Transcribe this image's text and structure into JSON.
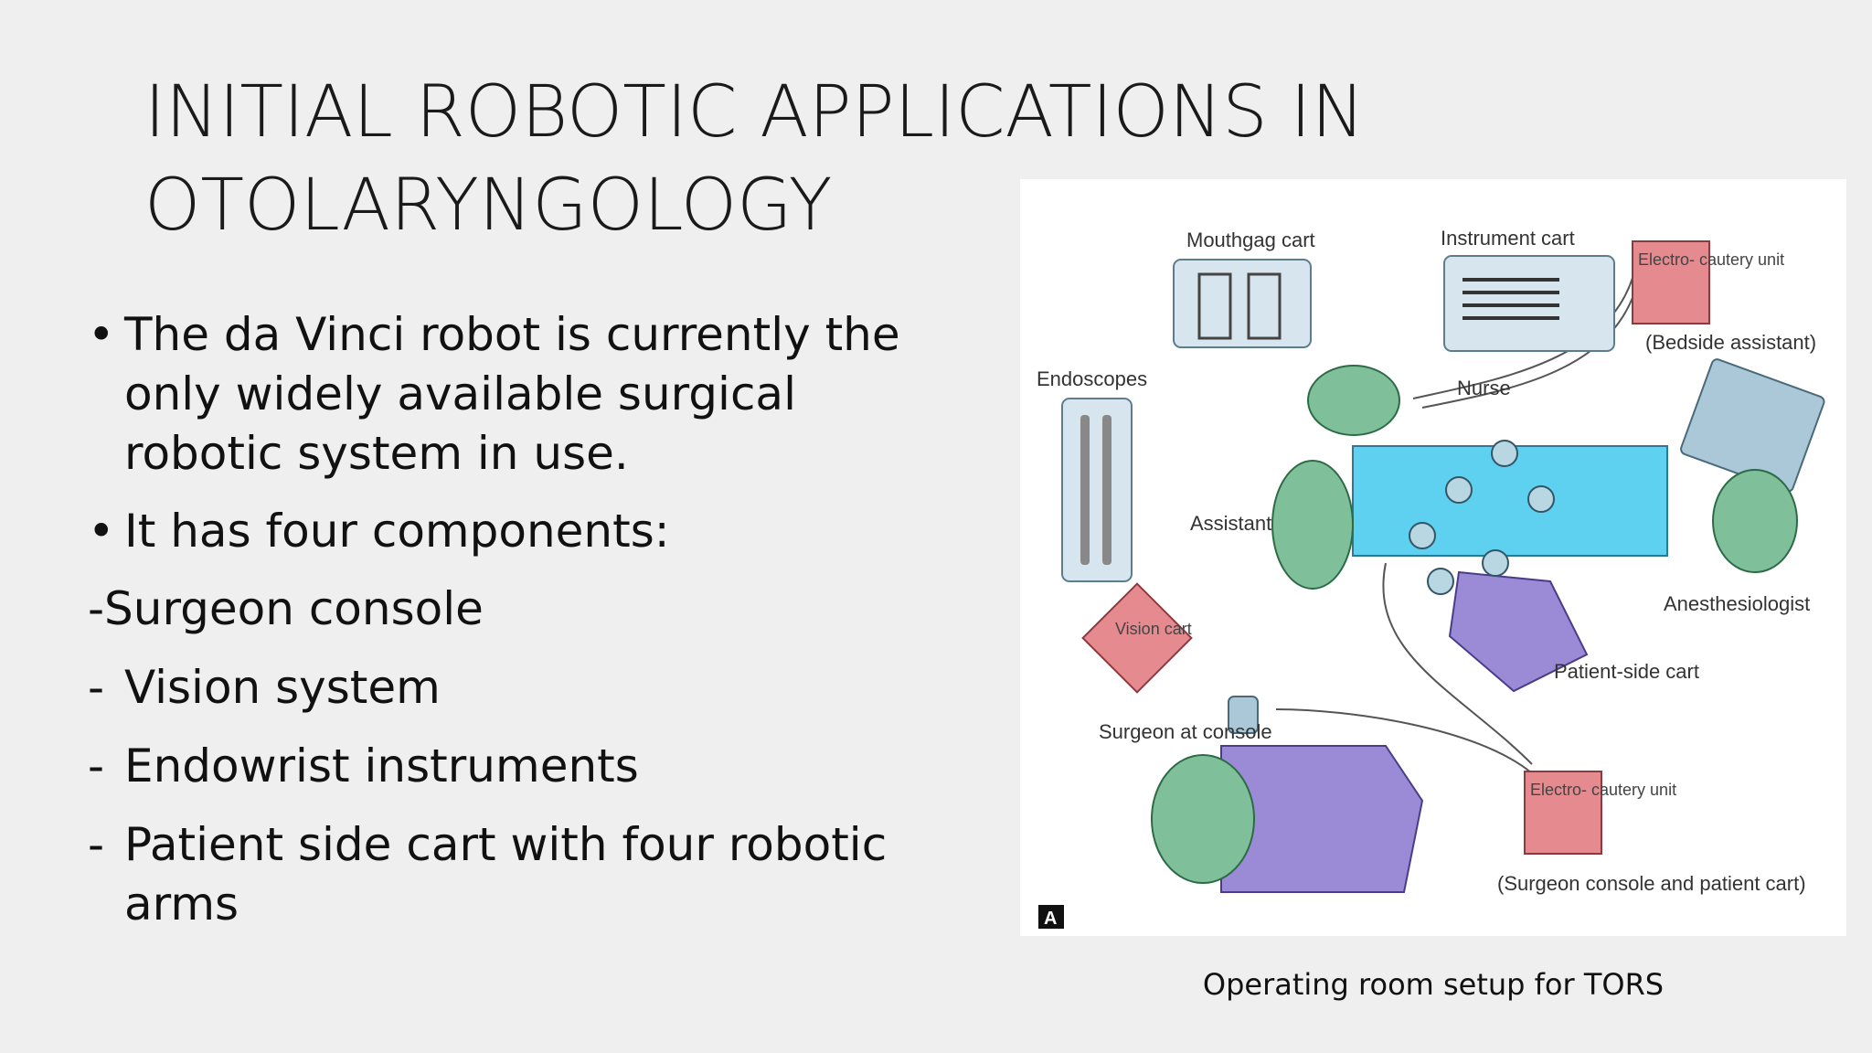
{
  "slide": {
    "title_line1": "INITIAL ROBOTIC APPLICATIONS IN",
    "title_line2": "OTOLARYNGOLOGY",
    "bullets": [
      {
        "marker": "•",
        "text": "The da Vinci robot is currently the only widely available surgical robotic system in use."
      },
      {
        "marker": "•",
        "text": "It has four components:"
      }
    ],
    "components": [
      {
        "marker": "",
        "text": "-Surgeon console"
      },
      {
        "marker": "-",
        "text": "Vision system"
      },
      {
        "marker": "-",
        "text": "Endowrist instruments"
      },
      {
        "marker": "-",
        "text": "Patient side cart with four robotic arms"
      }
    ],
    "caption": "Operating room setup for TORS"
  },
  "diagram": {
    "labels": {
      "mouthgag_cart": "Mouthgag cart",
      "instrument_cart": "Instrument cart",
      "electrocautery_top": "Electro- cautery unit",
      "bedside_assistant": "(Bedside assistant)",
      "endoscopes": "Endoscopes",
      "nurse": "Nurse",
      "assistant": "Assistant",
      "anesthesiologist": "Anesthesiologist",
      "vision_cart": "Vision cart",
      "patient_side_cart": "Patient-side cart",
      "surgeon_at_console": "Surgeon at console",
      "electrocautery_bottom": "Electro- cautery unit",
      "surgeon_console_patient_cart": "(Surgeon console and patient cart)",
      "panel_letter": "A"
    },
    "colors": {
      "scrubs": "#7fc09a",
      "robot_purple": "#9b8bd6",
      "cart_blue": "#aac8d8",
      "cautery_red": "#e58a8f",
      "table_cyan": "#5ed0f0"
    }
  }
}
